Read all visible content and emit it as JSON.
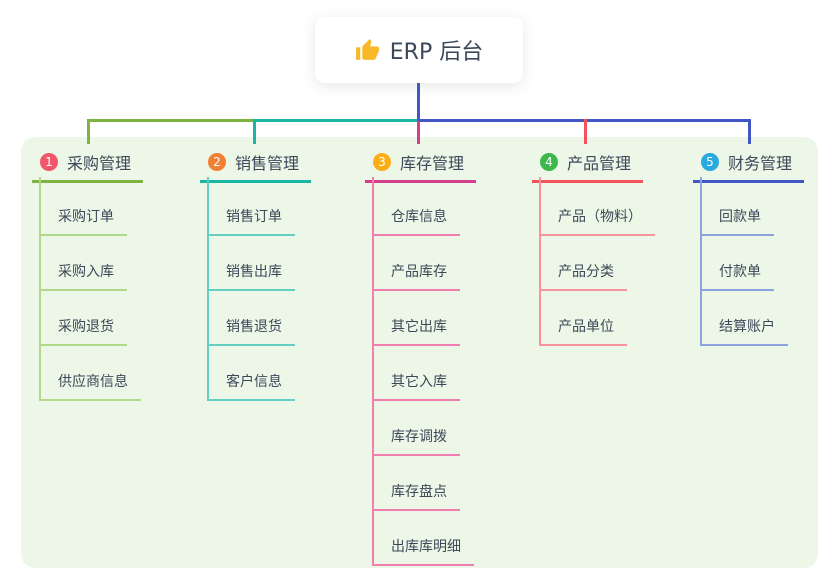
{
  "root": {
    "label": "ERP 后台",
    "icon": "thumbs-up-icon",
    "icon_color": "#f7b928",
    "stem_color": "#4356c6"
  },
  "colors": {
    "canvas_background": "#ffffff",
    "panel_background": "#ecf7e8",
    "text": "#3c4858",
    "card_background": "#ffffff"
  },
  "branches": [
    {
      "index": "1",
      "label": "采购管理",
      "badge_color": "#f2566b",
      "line_color": "#7cb342",
      "sub_line_color": "#b2d98b",
      "items": [
        "采购订单",
        "采购入库",
        "采购退货",
        "供应商信息"
      ]
    },
    {
      "index": "2",
      "label": "销售管理",
      "badge_color": "#f28033",
      "line_color": "#1ab5a3",
      "sub_line_color": "#63cfc0",
      "items": [
        "销售订单",
        "销售出库",
        "销售退货",
        "客户信息"
      ]
    },
    {
      "index": "3",
      "label": "库存管理",
      "badge_color": "#fbae17",
      "line_color": "#d23f8f",
      "sub_line_color": "#f07fb0",
      "items": [
        "仓库信息",
        "产品库存",
        "其它出库",
        "其它入库",
        "库存调拨",
        "库存盘点",
        "出库库明细"
      ]
    },
    {
      "index": "4",
      "label": "产品管理",
      "badge_color": "#3cb84c",
      "line_color": "#f4535e",
      "sub_line_color": "#f9949c",
      "items": [
        "产品（物料）",
        "产品分类",
        "产品单位"
      ]
    },
    {
      "index": "5",
      "label": "财务管理",
      "badge_color": "#2aa9e0",
      "line_color": "#4356c6",
      "sub_line_color": "#8ba3de",
      "items": [
        "回款单",
        "付款单",
        "结算账户"
      ]
    }
  ]
}
